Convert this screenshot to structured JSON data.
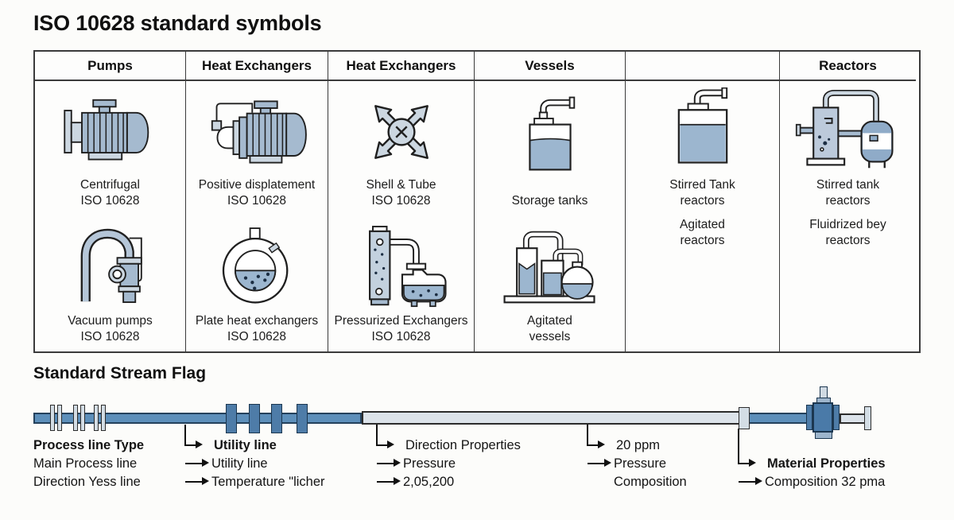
{
  "title": "ISO 10628 standard symbols",
  "table": {
    "headers": [
      "Pumps",
      "Heat Exchangers",
      "Heat Exchangers",
      "Vessels",
      "",
      "Reactors"
    ],
    "rows": [
      [
        {
          "icon": "centrifugal-pump-icon",
          "label": "Centrifugal\nISO 10628"
        },
        {
          "icon": "positive-displacement-pump-icon",
          "label": "Positive displatement\nISO 10628"
        },
        {
          "icon": "shell-and-tube-exchanger-icon",
          "label": "Shell & Tube\nISO 10628"
        },
        {
          "icon": "storage-tank-icon",
          "label": "Storage tanks"
        },
        {
          "icon": "stirred-tank-icon",
          "label": "Stirred Tank\nreactors"
        },
        {
          "icon": "stirred-tank-reactor-icon",
          "label": "Stirred tank\nreactors"
        }
      ],
      [
        {
          "icon": "vacuum-pump-icon",
          "label": "Vacuum pumps\nISO 10628"
        },
        {
          "icon": "plate-heat-exchanger-icon",
          "label": "Plate heat exchangers\nISO 10628"
        },
        {
          "icon": "pressurized-exchanger-icon",
          "label": "Pressurized Exchangers\nISO 10628"
        },
        {
          "icon": "agitated-vessels-icon",
          "label": "Agitated\nvessels"
        },
        {
          "icon": null,
          "label": "Agitated\nreactors"
        },
        {
          "icon": null,
          "label": "Fluidrized bey\nreactors"
        }
      ]
    ]
  },
  "stream": {
    "title": "Standard Stream Flag",
    "groups": [
      {
        "lines": [
          {
            "text": "Process line Type",
            "style": "bold",
            "arrow": "none"
          },
          {
            "text": "Main Process line",
            "style": "regular",
            "arrow": "none"
          },
          {
            "text": "Direction Yess line",
            "style": "regular",
            "arrow": "none"
          }
        ]
      },
      {
        "lines": [
          {
            "text": "Utility line",
            "style": "bold",
            "arrow": "elbow"
          },
          {
            "text": "Utility line",
            "style": "regular",
            "arrow": "straight"
          },
          {
            "text": "Temperature \"licher",
            "style": "regular",
            "arrow": "straight"
          }
        ]
      },
      {
        "lines": [
          {
            "text": "Direction Properties",
            "style": "regular",
            "arrow": "elbow"
          },
          {
            "text": "Pressure",
            "style": "regular",
            "arrow": "straight"
          },
          {
            "text": "2,05,200",
            "style": "regular",
            "arrow": "straight"
          }
        ]
      },
      {
        "lines": [
          {
            "text": "20 ppm",
            "style": "regular",
            "arrow": "elbow"
          },
          {
            "text": "Pressure",
            "style": "regular",
            "arrow": "straight"
          },
          {
            "text": "Composition",
            "style": "regular",
            "arrow": "none-indent"
          }
        ]
      },
      {
        "lines": [
          {
            "text": "Material Properties",
            "style": "bold",
            "arrow": "elbow"
          },
          {
            "text": "Composition 32 pma",
            "style": "regular",
            "arrow": "straight"
          }
        ]
      }
    ]
  },
  "colors": {
    "pipe_blue": "#5d8fba",
    "pipe_light_section": "#dce3ea",
    "flange_light": "#d3dde5",
    "flange_blue": "#4e7ca8",
    "liquid_blue": "#9cb6cf",
    "icon_steel_blue": "#a5bacf",
    "outline": "#202020",
    "text": "#141414"
  }
}
